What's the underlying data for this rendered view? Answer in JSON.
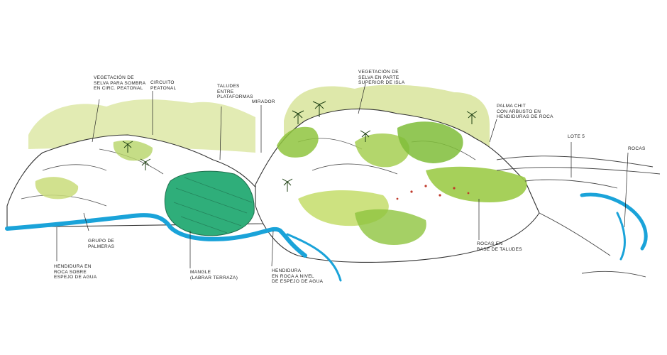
{
  "labels": {
    "vegetacion_selva_sombra": [
      "VEGETACIÓN DE",
      "SELVA PARA SOMBRA",
      "EN CIRC. PEATONAL"
    ],
    "circuito_peatonal": [
      "CIRCUITO",
      "PEATONAL"
    ],
    "taludes_plataformas": [
      "TALUDES",
      "ENTRE",
      "PLATAFORMAS"
    ],
    "mirador": [
      "MIRADOR"
    ],
    "vegetacion_selva_isla": [
      "VEGETACIÓN DE",
      "SELVA EN PARTE",
      "SUPERIOR DE ISLA"
    ],
    "palma_chit": [
      "PALMA CHIT",
      "CON ARBUSTO EN",
      "HENDIDURAS DE ROCA"
    ],
    "lote": [
      "LOTE 5"
    ],
    "rocas": [
      "ROCAS"
    ],
    "grupo_palmeras": [
      "GRUPO DE",
      "PALMERAS"
    ],
    "hendidura_roca_agua": [
      "HENDIDURA EN",
      "ROCA SOBRE",
      "ESPEJO DE AGUA"
    ],
    "mangle": [
      "MANGLE",
      "(LABRAR TERRAZA)"
    ],
    "hendidura_nivel_agua": [
      "HENDIDURA",
      "EN ROCA A NIVEL",
      "DE ESPEJO DE AGUA"
    ],
    "rocas_base_taludes": [
      "ROCAS EN",
      "BASE DE TALUDES"
    ]
  },
  "colors": {
    "water": "#1aa3d9",
    "mangrove": "#2fae7a",
    "vegetation_light": "#c9dc7a",
    "vegetation_mid": "#8fc43e",
    "vegetation_dark": "#3f8f2a",
    "rock_line": "#333333",
    "accent_red": "#c0392b"
  }
}
